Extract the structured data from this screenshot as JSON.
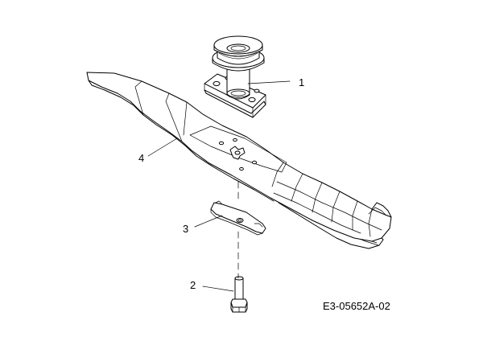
{
  "callouts": [
    {
      "number": "1",
      "part": "blade-adapter-pulley"
    },
    {
      "number": "2",
      "part": "blade-bolt"
    },
    {
      "number": "3",
      "part": "blade-retainer-plate"
    },
    {
      "number": "4",
      "part": "mower-blade"
    }
  ],
  "drawing_code": "E3-05652A-02"
}
